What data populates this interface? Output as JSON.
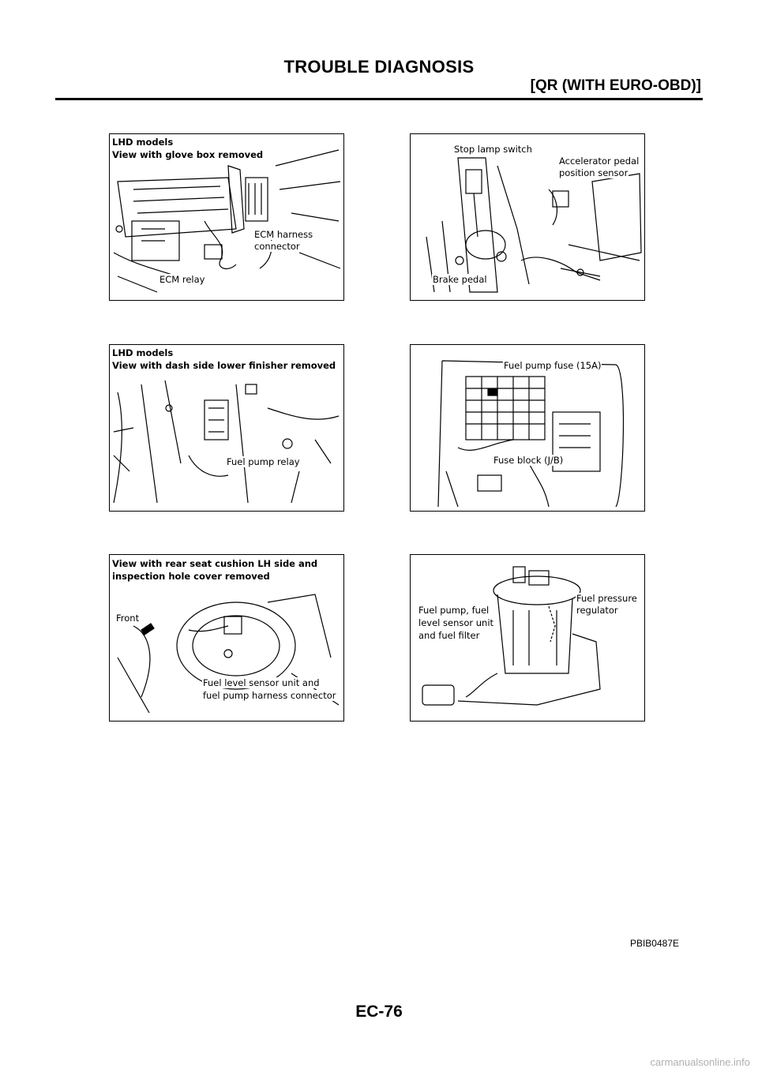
{
  "header": {
    "title": "TROUBLE DIAGNOSIS",
    "subtitle": "[QR (WITH EURO-OBD)]"
  },
  "figures": [
    {
      "labels": [
        "LHD models",
        "View with glove box removed",
        "ECM harness",
        "connector",
        "ECM relay"
      ]
    },
    {
      "labels": [
        "Stop lamp switch",
        "Accelerator pedal",
        "position sensor",
        "Brake pedal"
      ]
    },
    {
      "labels": [
        "LHD models",
        "View with dash side lower finisher removed",
        "Fuel pump relay"
      ]
    },
    {
      "labels": [
        "Fuel pump fuse (15A)",
        "Fuse block (J/B)"
      ]
    },
    {
      "labels": [
        "View with rear seat cushion LH side and",
        "inspection hole cover removed",
        "Front",
        "Fuel level sensor unit and",
        "fuel pump harness connector"
      ]
    },
    {
      "labels": [
        "Fuel pressure",
        "regulator",
        "Fuel pump, fuel",
        "level sensor unit",
        "and fuel filter"
      ]
    }
  ],
  "figure_code": "PBIB0487E",
  "page_number": "EC-76",
  "watermark": "carmanualsonline.info"
}
